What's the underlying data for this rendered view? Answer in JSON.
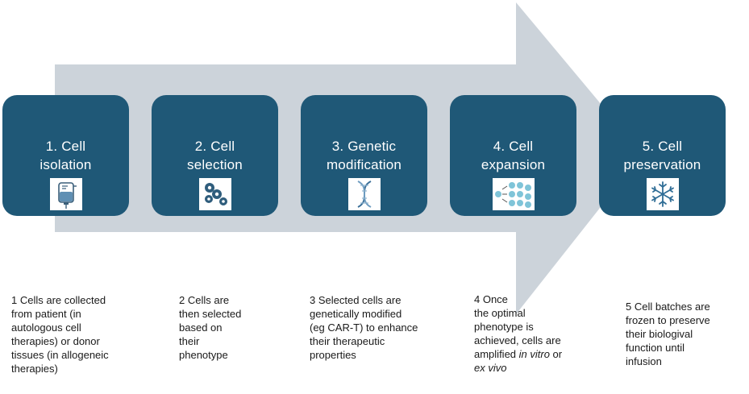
{
  "steps": [
    {
      "title": "1. Cell\nisolation",
      "icon": "iv-bag-icon",
      "description": "1 Cells are collected\nfrom patient (in\nautologous cell\ntherapies) or donor\ntissues (in allogeneic\ntherapies)"
    },
    {
      "title": "2. Cell\nselection",
      "icon": "cell-cluster-icon",
      "description": "2 Cells are\nthen selected\nbased on\ntheir\nphenotype"
    },
    {
      "title": "3. Genetic\nmodification",
      "icon": "dna-icon",
      "description": "3 Selected cells are\ngenetically modified\n(eg CAR-T) to enhance\ntheir therapeutic\nproperties"
    },
    {
      "title": "4. Cell\nexpansion",
      "icon": "cell-expansion-icon",
      "description_before": "4 Once\nthe optimal\nphenotype is\nachieved,  cells are\namplified ",
      "description_italic_1": "in vitro",
      "description_middle": " or\n",
      "description_italic_2": "ex vivo"
    },
    {
      "title": "5. Cell\npreservation",
      "icon": "snowflake-icon",
      "description": "5 Cell batches are\nfrozen  to preserve\ntheir biologival\nfunction until\ninfusion"
    }
  ],
  "colors": {
    "box": "#1f5877",
    "arrow": "#ccd3da",
    "text": "#1a1a1a"
  }
}
